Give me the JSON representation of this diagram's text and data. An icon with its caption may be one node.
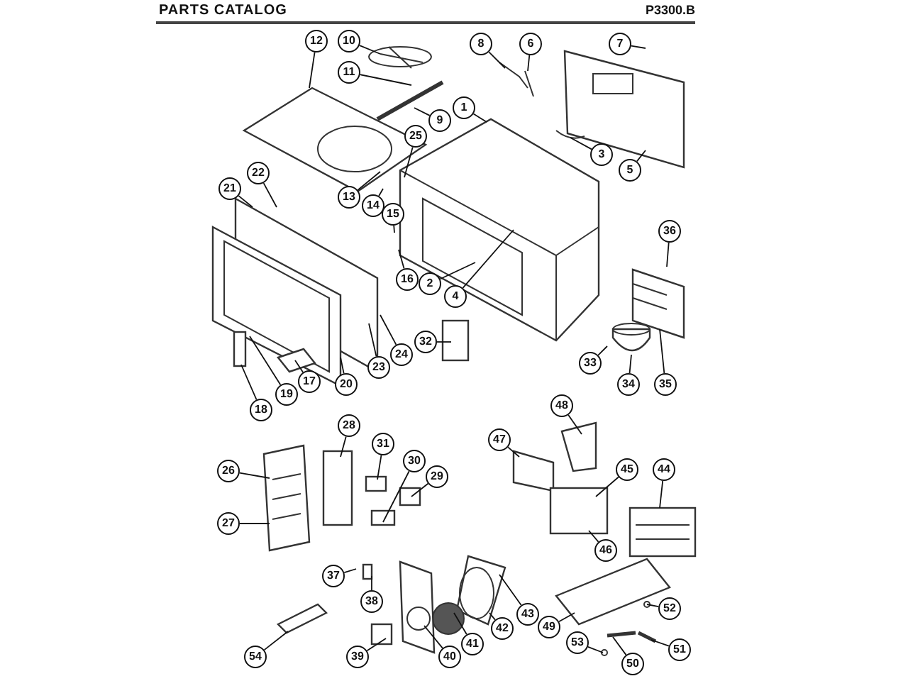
{
  "diagram": {
    "title": "PARTS CATALOG",
    "nodes": [
      {
        "text": [
          "12"
        ]
      },
      {
        "text": [
          "10"
        ]
      },
      {
        "text": [
          "8"
        ]
      },
      {
        "text": [
          "6"
        ]
      },
      {
        "text": [
          "7"
        ]
      },
      {
        "text": [
          "11"
        ]
      },
      {
        "text": [
          "1"
        ]
      },
      {
        "text": [
          "9"
        ]
      },
      {
        "text": [
          "25"
        ]
      },
      {
        "text": [
          "3"
        ]
      },
      {
        "text": [
          "5"
        ]
      },
      {
        "text": [
          "22"
        ]
      },
      {
        "text": [
          "21"
        ]
      },
      {
        "text": [
          "13"
        ]
      },
      {
        "text": [
          "14"
        ]
      },
      {
        "text": [
          "15"
        ]
      },
      {
        "text": [
          "36"
        ]
      },
      {
        "text": [
          "16"
        ]
      },
      {
        "text": [
          "2"
        ]
      },
      {
        "text": [
          "4"
        ]
      },
      {
        "text": [
          "32"
        ]
      },
      {
        "text": [
          "24"
        ]
      },
      {
        "text": [
          "33"
        ]
      },
      {
        "text": [
          "23"
        ]
      },
      {
        "text": [
          "17"
        ]
      },
      {
        "text": [
          "20"
        ]
      },
      {
        "text": [
          "34"
        ]
      },
      {
        "text": [
          "35"
        ]
      },
      {
        "text": [
          "19"
        ]
      },
      {
        "text": [
          "18"
        ]
      },
      {
        "text": [
          "48"
        ]
      },
      {
        "text": [
          "28"
        ]
      },
      {
        "text": [
          "47"
        ]
      },
      {
        "text": [
          "31"
        ]
      },
      {
        "text": [
          "30"
        ]
      },
      {
        "text": [
          "45"
        ]
      },
      {
        "text": [
          "44"
        ]
      },
      {
        "text": [
          "29"
        ]
      },
      {
        "text": [
          "26"
        ]
      },
      {
        "text": [
          "27"
        ]
      },
      {
        "text": [
          "46"
        ]
      },
      {
        "text": [
          "37"
        ]
      },
      {
        "text": [
          "38"
        ]
      },
      {
        "text": [
          "43"
        ]
      },
      {
        "text": [
          "49"
        ]
      },
      {
        "text": [
          "52"
        ]
      },
      {
        "text": [
          "42"
        ]
      },
      {
        "text": [
          "41"
        ]
      },
      {
        "text": [
          "51"
        ]
      },
      {
        "text": [
          "53"
        ]
      },
      {
        "text": [
          "50"
        ]
      },
      {
        "text": [
          "54"
        ]
      },
      {
        "text": [
          "39"
        ]
      },
      {
        "text": [
          "40"
        ]
      }
    ],
    "edges": [
      {
        "from": 0,
        "to": null,
        "arrow": "none"
      },
      {
        "from": 1,
        "to": null,
        "arrow": "none"
      },
      {
        "from": 2,
        "to": null,
        "arrow": "none"
      },
      {
        "from": 3,
        "to": null,
        "arrow": "none"
      },
      {
        "from": 4,
        "to": null,
        "arrow": "none"
      },
      {
        "from": 5,
        "to": null,
        "arrow": "none"
      },
      {
        "from": 6,
        "to": null,
        "arrow": "none"
      },
      {
        "from": 7,
        "to": null,
        "arrow": "none"
      },
      {
        "from": 8,
        "to": null,
        "arrow": "none"
      },
      {
        "from": 9,
        "to": null,
        "arrow": "none"
      },
      {
        "from": 10,
        "to": null,
        "arrow": "none"
      },
      {
        "from": 11,
        "to": null,
        "arrow": "none"
      },
      {
        "from": 12,
        "to": null,
        "arrow": "none"
      },
      {
        "from": 13,
        "to": null,
        "arrow": "none"
      },
      {
        "from": 14,
        "to": null,
        "arrow": "none"
      },
      {
        "from": 15,
        "to": null,
        "arrow": "none"
      },
      {
        "from": 16,
        "to": null,
        "arrow": "none"
      },
      {
        "from": 17,
        "to": null,
        "arrow": "none"
      },
      {
        "from": 18,
        "to": null,
        "arrow": "none"
      },
      {
        "from": 19,
        "to": null,
        "arrow": "none"
      },
      {
        "from": 20,
        "to": null,
        "arrow": "none"
      },
      {
        "from": 21,
        "to": null,
        "arrow": "none"
      },
      {
        "from": 22,
        "to": null,
        "arrow": "none"
      },
      {
        "from": 23,
        "to": null,
        "arrow": "none"
      },
      {
        "from": 24,
        "to": null,
        "arrow": "none"
      },
      {
        "from": 25,
        "to": null,
        "arrow": "none"
      },
      {
        "from": 26,
        "to": null,
        "arrow": "none"
      },
      {
        "from": 27,
        "to": null,
        "arrow": "none"
      },
      {
        "from": 28,
        "to": null,
        "arrow": "none"
      },
      {
        "from": 29,
        "to": null,
        "arrow": "none"
      },
      {
        "from": 30,
        "to": null,
        "arrow": "none"
      },
      {
        "from": 31,
        "to": null,
        "arrow": "none"
      },
      {
        "from": 32,
        "to": null,
        "arrow": "none"
      },
      {
        "from": 33,
        "to": null,
        "arrow": "none"
      },
      {
        "from": 34,
        "to": null,
        "arrow": "none"
      },
      {
        "from": 35,
        "to": null,
        "arrow": "none"
      },
      {
        "from": 36,
        "to": null,
        "arrow": "none"
      },
      {
        "from": 37,
        "to": null,
        "arrow": "none"
      },
      {
        "from": 38,
        "to": null,
        "arrow": "none"
      },
      {
        "from": 39,
        "to": null,
        "arrow": "none"
      },
      {
        "from": 40,
        "to": null,
        "arrow": "none"
      },
      {
        "from": 41,
        "to": null,
        "arrow": "none"
      },
      {
        "from": 42,
        "to": null,
        "arrow": "none"
      },
      {
        "from": 43,
        "to": null,
        "arrow": "none"
      },
      {
        "from": 44,
        "to": null,
        "arrow": "none"
      },
      {
        "from": 45,
        "to": null,
        "arrow": "none"
      },
      {
        "from": 46,
        "to": null,
        "arrow": "none"
      },
      {
        "from": 47,
        "to": null,
        "arrow": "none"
      },
      {
        "from": 48,
        "to": null,
        "arrow": "none"
      },
      {
        "from": 49,
        "to": null,
        "arrow": "none"
      },
      {
        "from": 50,
        "to": null,
        "arrow": "none"
      },
      {
        "from": 51,
        "to": null,
        "arrow": "none"
      },
      {
        "from": 52,
        "to": null,
        "arrow": "none"
      },
      {
        "from": 53,
        "to": null,
        "arrow": "none"
      }
    ],
    "labels": [
      "P3300.B"
    ]
  }
}
